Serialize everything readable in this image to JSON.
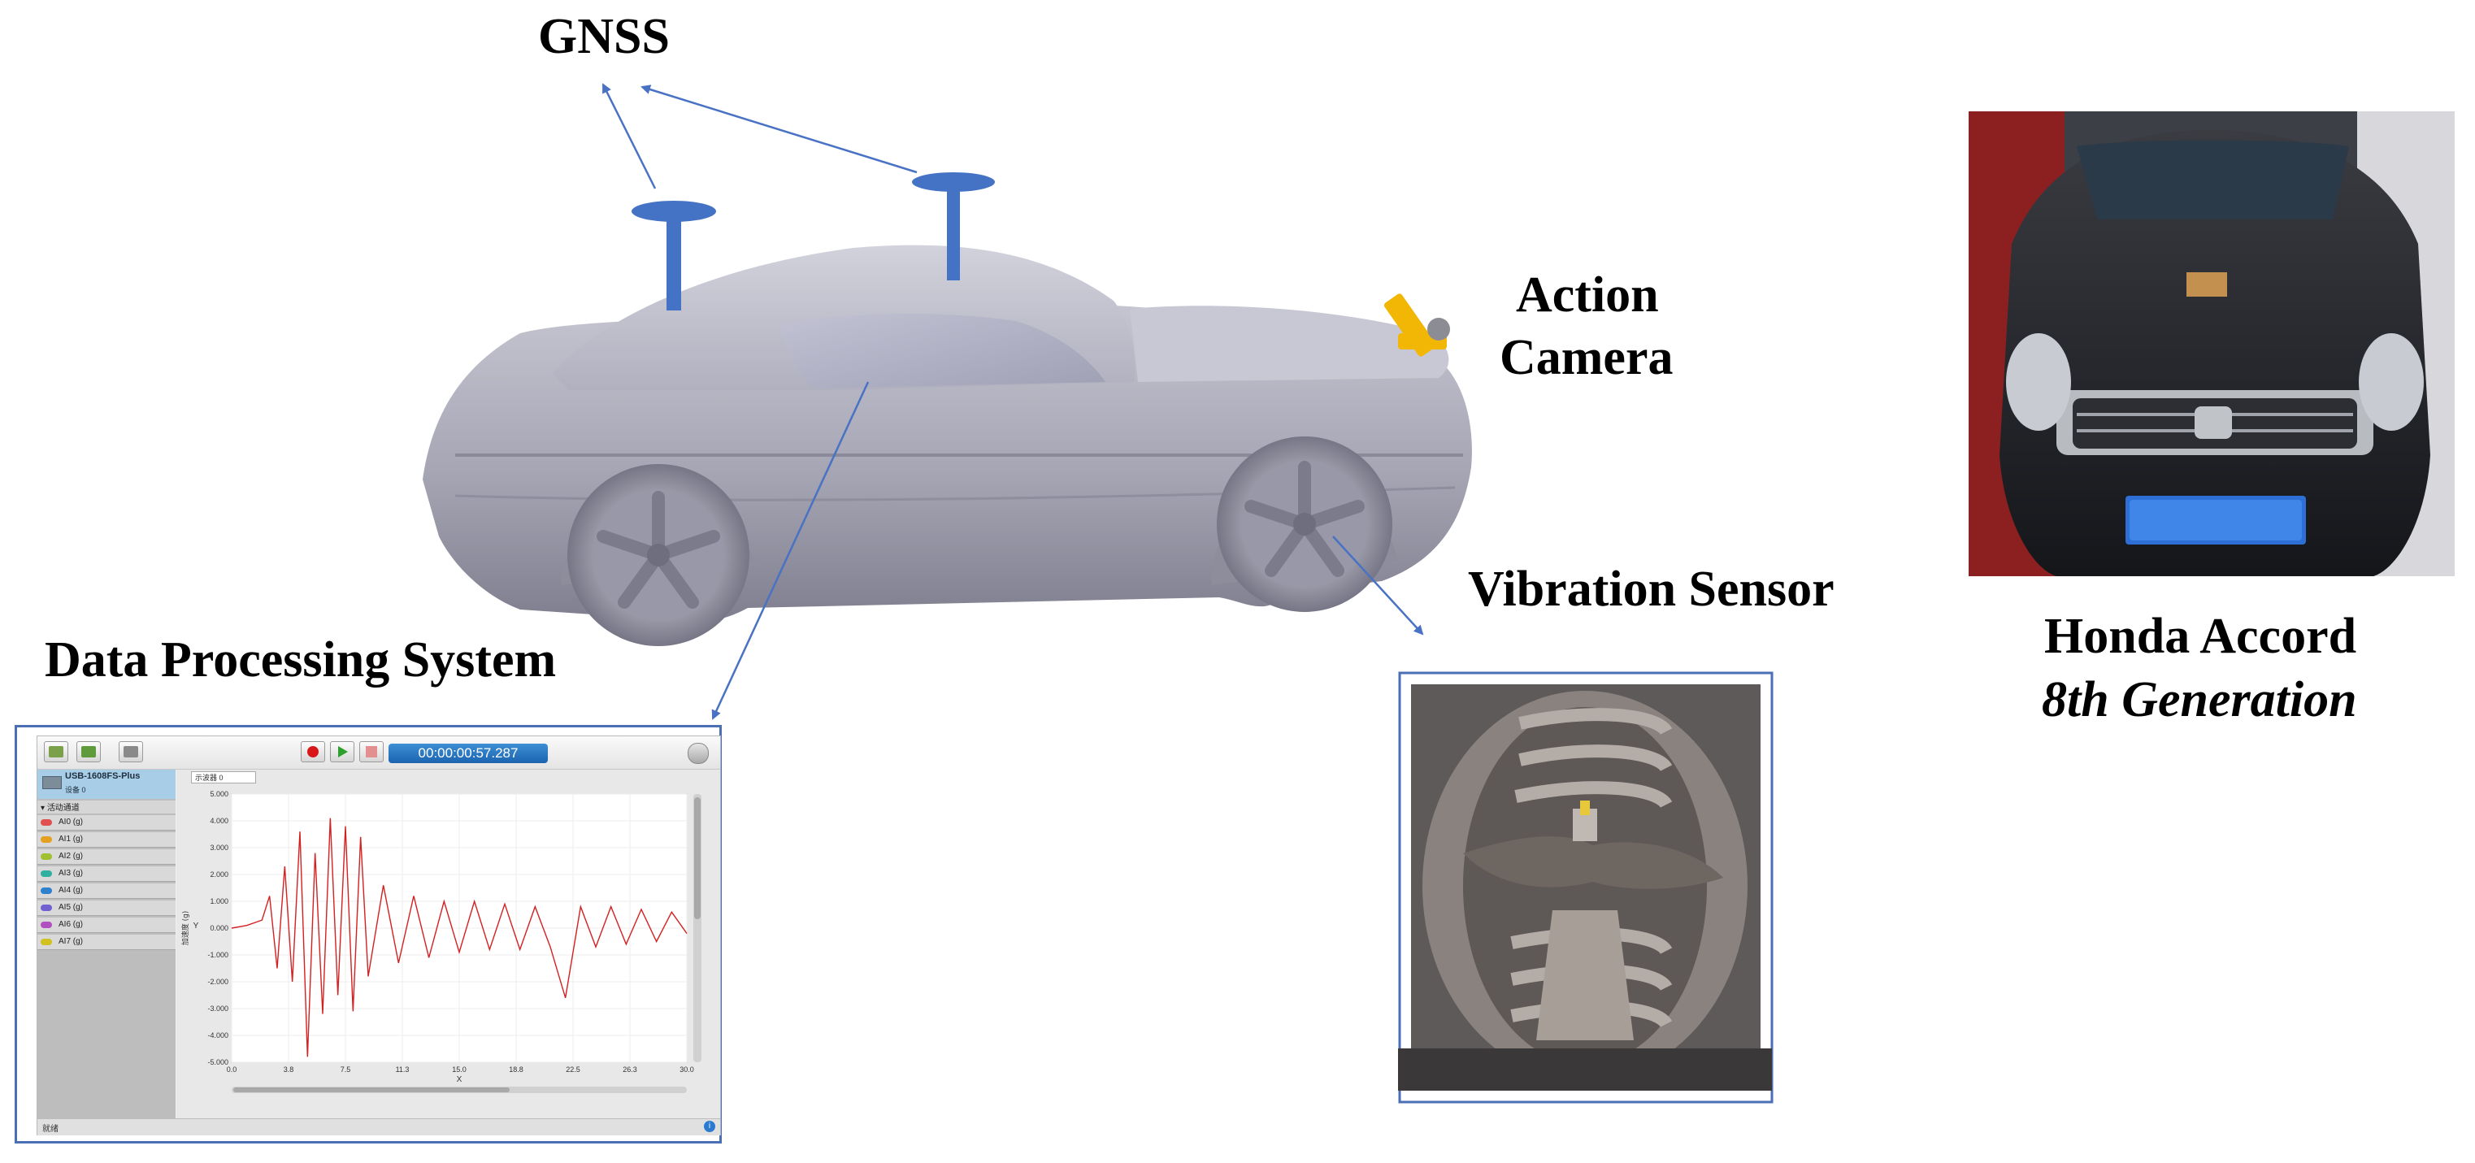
{
  "labels": {
    "gnss": "GNSS",
    "action_camera_line1": "Action",
    "action_camera_line2": "Camera",
    "vibration_sensor": "Vibration Sensor",
    "data_processing_system": "Data Processing System",
    "vehicle_name": "Honda Accord",
    "vehicle_generation": "8th Generation"
  },
  "software": {
    "timer": "00:00:00:57.287",
    "device_name": "USB-1608FS-Plus",
    "device_sub": "设备 0",
    "group_label": "活动通道",
    "tab_label": "示波器 0",
    "status_text": "就绪",
    "channels": [
      {
        "label": "AI0 (g)",
        "color": "#e05050"
      },
      {
        "label": "AI1 (g)",
        "color": "#e6a020"
      },
      {
        "label": "AI2 (g)",
        "color": "#a0c030"
      },
      {
        "label": "AI3 (g)",
        "color": "#30b0a0"
      },
      {
        "label": "AI4 (g)",
        "color": "#3080d0"
      },
      {
        "label": "AI5 (g)",
        "color": "#7060d0"
      },
      {
        "label": "AI6 (g)",
        "color": "#b050c0"
      },
      {
        "label": "AI7 (g)",
        "color": "#d0c020"
      }
    ]
  },
  "chart_data": {
    "type": "line",
    "xlabel": "X",
    "ylabel": "Y",
    "y_axis_title": "加速度 (g)",
    "xlim": [
      0,
      30
    ],
    "ylim": [
      -5,
      5
    ],
    "x_ticks": [
      "0.0",
      "3.8",
      "7.5",
      "11.3",
      "15.0",
      "18.8",
      "22.5",
      "26.3",
      "30.0"
    ],
    "y_ticks": [
      "5.000",
      "4.000",
      "3.000",
      "2.000",
      "1.000",
      "0.000",
      "-1.000",
      "-2.000",
      "-3.000",
      "-4.000",
      "-5.000"
    ],
    "series": [
      {
        "color": "#d42020",
        "x": [
          0,
          1,
          2,
          2.5,
          3,
          3.5,
          4,
          4.5,
          5,
          5.5,
          6,
          6.5,
          7,
          7.5,
          8,
          8.5,
          9,
          10,
          11,
          12,
          13,
          14,
          15,
          16,
          17,
          18,
          19,
          20,
          21,
          22,
          23,
          24,
          25,
          26,
          27,
          28,
          29,
          30
        ],
        "y": [
          0,
          0.1,
          0.3,
          1.2,
          -1.5,
          2.3,
          -2.0,
          3.6,
          -4.8,
          2.8,
          -3.2,
          4.1,
          -2.5,
          3.8,
          -3.1,
          3.4,
          -1.8,
          1.6,
          -1.3,
          1.2,
          -1.1,
          1.0,
          -0.9,
          1.0,
          -0.8,
          0.9,
          -0.8,
          0.8,
          -0.7,
          -2.6,
          0.8,
          -0.7,
          0.8,
          -0.6,
          0.7,
          -0.5,
          0.6,
          -0.2
        ]
      }
    ]
  },
  "colors": {
    "arrow": "#4a72c4",
    "antenna": "#4472c4",
    "camera": "#f2b705",
    "car_body": "#9c9cab",
    "frame_border": "#4a6fb5"
  }
}
